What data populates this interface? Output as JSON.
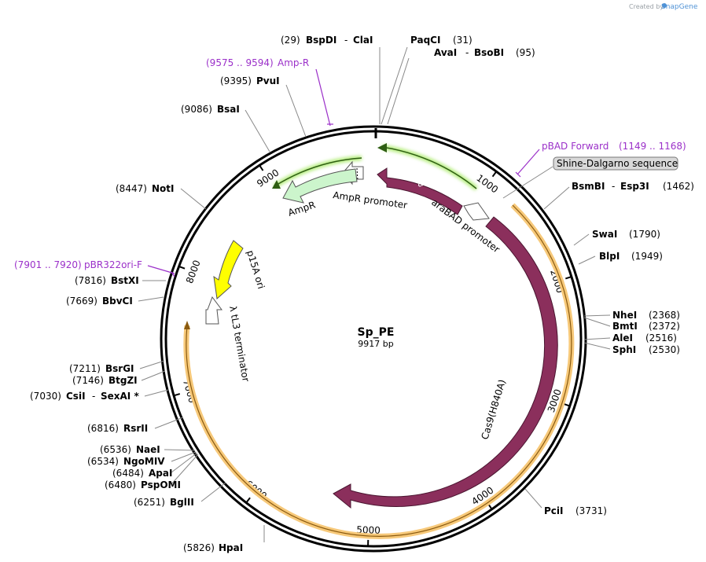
{
  "credit": {
    "prefix": "Created by",
    "brand": "SnapGene"
  },
  "plasmid": {
    "name": "Sp_PE",
    "size_label": "9917 bp",
    "length": 9917
  },
  "colors": {
    "backbone": "#000000",
    "arac": "#8b2f5c",
    "ampr": "#ccf5cc",
    "ori": "#ffff00",
    "primer": "#9b30c9",
    "orange_band": "#f7c97a",
    "green_glow": "#b3ec7a"
  },
  "ticks": [
    {
      "pos": 1000,
      "label": "1000"
    },
    {
      "pos": 2000,
      "label": "2000"
    },
    {
      "pos": 3000,
      "label": "3000"
    },
    {
      "pos": 4000,
      "label": "4000"
    },
    {
      "pos": 5000,
      "label": "5000"
    },
    {
      "pos": 6000,
      "label": "6000"
    },
    {
      "pos": 7000,
      "label": "7000"
    },
    {
      "pos": 8000,
      "label": "8000"
    },
    {
      "pos": 9000,
      "label": "9000"
    }
  ],
  "sites": [
    {
      "pos": 29,
      "num": "(29)",
      "enz": "BspDI",
      "extra": "ClaI"
    },
    {
      "pos": 31,
      "num": "(31)",
      "enz": "PaqCI",
      "extra": ""
    },
    {
      "pos": 95,
      "num": "(95)",
      "enz": "AvaI",
      "extra": "BsoBI"
    },
    {
      "pos": 1462,
      "num": "(1462)",
      "enz": "BsmBI",
      "extra": "Esp3I"
    },
    {
      "pos": 1790,
      "num": "(1790)",
      "enz": "SwaI",
      "extra": ""
    },
    {
      "pos": 1949,
      "num": "(1949)",
      "enz": "BlpI",
      "extra": ""
    },
    {
      "pos": 2368,
      "num": "(2368)",
      "enz": "NheI",
      "extra": ""
    },
    {
      "pos": 2372,
      "num": "(2372)",
      "enz": "BmtI",
      "extra": ""
    },
    {
      "pos": 2516,
      "num": "(2516)",
      "enz": "AleI",
      "extra": ""
    },
    {
      "pos": 2530,
      "num": "(2530)",
      "enz": "SphI",
      "extra": ""
    },
    {
      "pos": 3731,
      "num": "(3731)",
      "enz": "PciI",
      "extra": ""
    },
    {
      "pos": 5826,
      "num": "(5826)",
      "enz": "HpaI",
      "extra": ""
    },
    {
      "pos": 6251,
      "num": "(6251)",
      "enz": "BglII",
      "extra": ""
    },
    {
      "pos": 6480,
      "num": "(6480)",
      "enz": "PspOMI",
      "extra": ""
    },
    {
      "pos": 6484,
      "num": "(6484)",
      "enz": "ApaI",
      "extra": ""
    },
    {
      "pos": 6534,
      "num": "(6534)",
      "enz": "NgoMIV",
      "extra": ""
    },
    {
      "pos": 6536,
      "num": "(6536)",
      "enz": "NaeI",
      "extra": ""
    },
    {
      "pos": 6816,
      "num": "(6816)",
      "enz": "RsrII",
      "extra": ""
    },
    {
      "pos": 7030,
      "num": "(7030)",
      "enz": "CsiI",
      "extra": "SexAI *"
    },
    {
      "pos": 7146,
      "num": "(7146)",
      "enz": "BtgZI",
      "extra": ""
    },
    {
      "pos": 7211,
      "num": "(7211)",
      "enz": "BsrGI",
      "extra": ""
    },
    {
      "pos": 7669,
      "num": "(7669)",
      "enz": "BbvCI",
      "extra": ""
    },
    {
      "pos": 7816,
      "num": "(7816)",
      "enz": "BstXI",
      "extra": ""
    },
    {
      "pos": 8447,
      "num": "(8447)",
      "enz": "NotI",
      "extra": ""
    },
    {
      "pos": 9086,
      "num": "(9086)",
      "enz": "BsaI",
      "extra": ""
    },
    {
      "pos": 9395,
      "num": "(9395)",
      "enz": "PvuI",
      "extra": ""
    }
  ],
  "primers": [
    {
      "name": "Amp-R",
      "range": "(9575 .. 9594)"
    },
    {
      "name": "pBAD Forward",
      "range": "(1149 .. 1168)"
    },
    {
      "name": "pBR322ori-F",
      "range": "(7901 .. 7920)"
    }
  ],
  "boxed_feature": {
    "name": "Shine-Dalgarno sequence"
  },
  "features": {
    "arac": "araC",
    "arabad_promoter": "araBAD promoter",
    "ampr": "AmpR",
    "ampr_promoter": "AmpR promoter",
    "p15a_ori": "p15A ori",
    "tl3_terminator": "λ tL3 terminator",
    "cas9": "Cas9(H840A)"
  }
}
